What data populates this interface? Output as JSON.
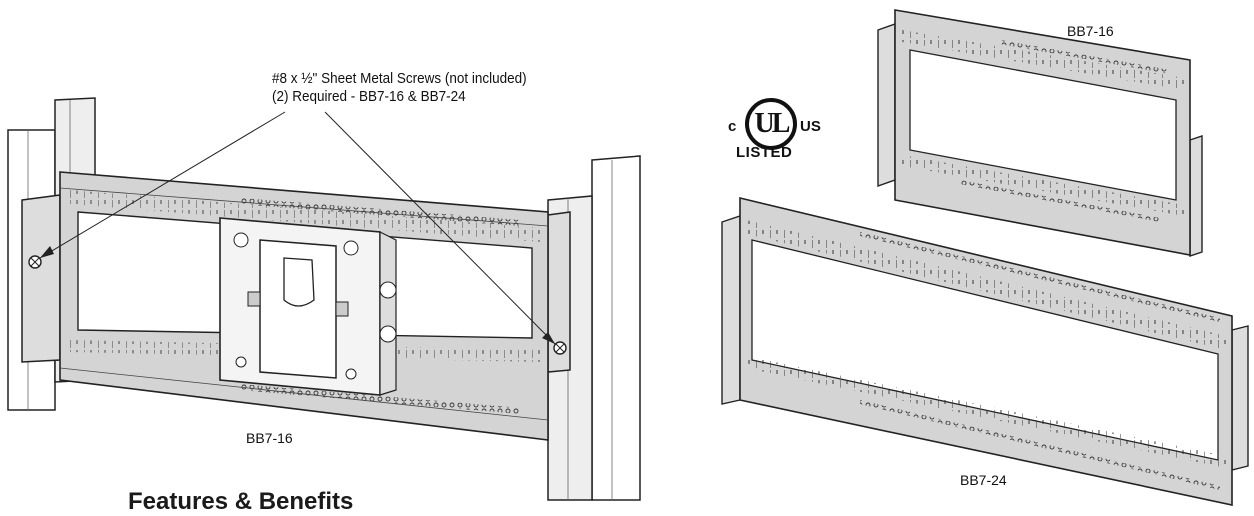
{
  "callout": {
    "line1": "#8 x ½\" Sheet Metal Screws (not included)",
    "line2": "(2) Required - BB7-16 & BB7-24"
  },
  "labels": {
    "left_figure": "BB7-16",
    "top_right_figure": "BB7-16",
    "bottom_right_figure": "BB7-24"
  },
  "certification": {
    "c": "c",
    "mark": "UL",
    "us": "US",
    "listed": "LISTED"
  },
  "section_heading": "Features & Benefits"
}
